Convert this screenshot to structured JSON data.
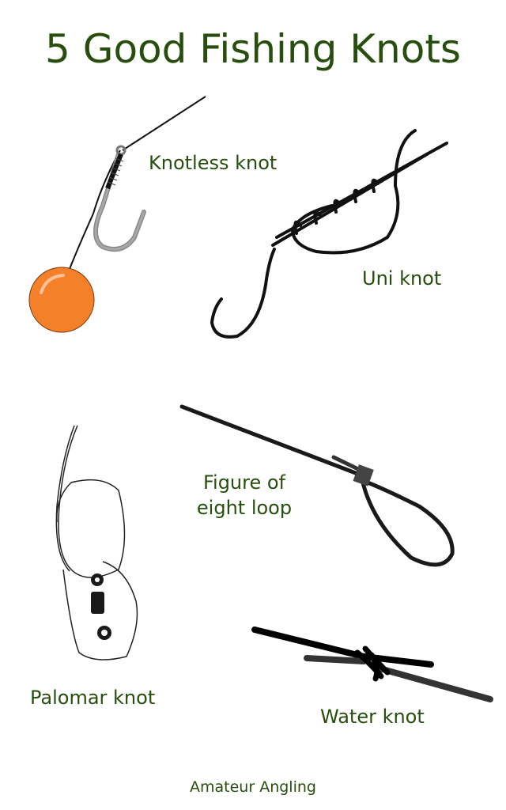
{
  "title": "5 Good Fishing Knots",
  "knots": [
    {
      "name": "Knotless knot"
    },
    {
      "name": "Uni knot"
    },
    {
      "name": "Figure of",
      "name_line2": "eight loop"
    },
    {
      "name": "Palomar knot"
    },
    {
      "name": "Water knot"
    }
  ],
  "footer": "Amateur Angling",
  "colors": {
    "text": "#274e0e",
    "bait": "#f5802a",
    "line": "#111111",
    "hook_grey": "#8a8a8a"
  }
}
